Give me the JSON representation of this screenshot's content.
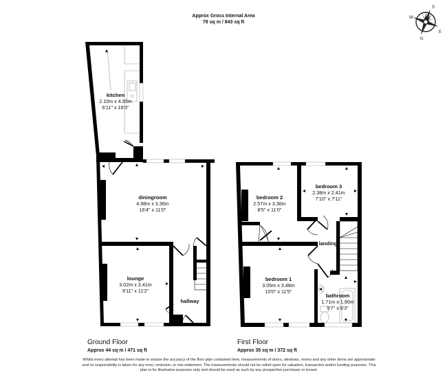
{
  "header": {
    "title": "Approx Gross Internal Area",
    "area": "78 sq m / 843 sq ft"
  },
  "compass": {
    "icon": "compass-rose-icon",
    "labels": [
      "S",
      "W",
      "N",
      "E"
    ]
  },
  "colors": {
    "wall": "#000000",
    "fixture": "#9a9a9a",
    "background": "#ffffff",
    "text": "#111111"
  },
  "floors": [
    {
      "name": "Ground Floor",
      "area": "Approx 44 sq m / 471 sq ft",
      "rooms": [
        {
          "name": "kitchen",
          "metric": "2.10m x 4.95m",
          "imperial": "6'11\" x 16'3\""
        },
        {
          "name": "diningroom",
          "metric": "4.98m x 3.36m",
          "imperial": "16'4\" x 11'0\""
        },
        {
          "name": "lounge",
          "metric": "3.02m x 3.41m",
          "imperial": "9'11\" x 11'2\""
        },
        {
          "name": "hallway",
          "metric": "",
          "imperial": ""
        }
      ]
    },
    {
      "name": "First Floor",
      "area": "Approx 35 sq m / 372 sq ft",
      "rooms": [
        {
          "name": "bedroom 2",
          "metric": "2.57m x 3.36m",
          "imperial": "8'5\" x 11'0\""
        },
        {
          "name": "bedroom 3",
          "metric": "2.38m x 2.41m",
          "imperial": "7'10\" x 7'11\""
        },
        {
          "name": "landing",
          "metric": "",
          "imperial": ""
        },
        {
          "name": "bedroom 1",
          "metric": "3.05m x 3.48m",
          "imperial": "10'0\" x 11'5\""
        },
        {
          "name": "bathroom",
          "metric": "1.71m x 1.90m",
          "imperial": "5'7\" x 6'3\""
        }
      ]
    }
  ],
  "disclaimer": "Whilst every attempt has been made to ensure the accuracy of the floor plan contained here, measurements of doors, windows, rooms and any other items are approximate and no responsibility is taken for any error, omission, or mis-statement. The measurements should not be relied upon for valuation, transaction and/or funding purposes. This plan is for illustrative purposes only and should be used as such by any prospective purchaser or tenant."
}
